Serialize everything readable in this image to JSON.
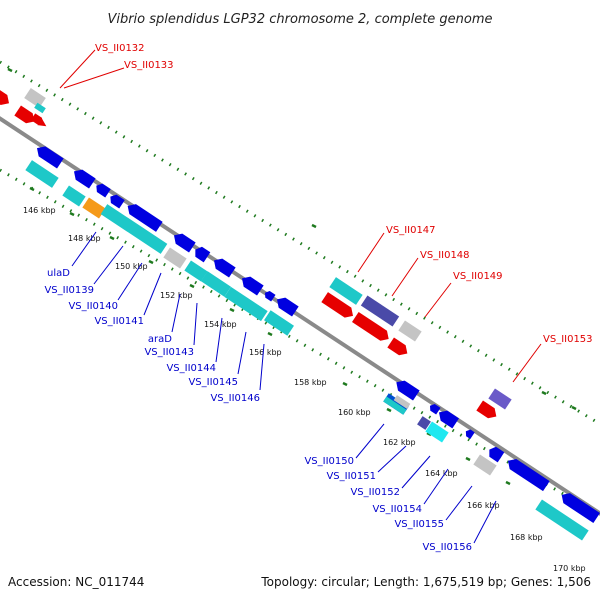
{
  "title": "Vibrio splendidus LGP32 chromosome 2, complete genome",
  "footer": {
    "accession": "Accession: NC_011744",
    "summary": "Topology: circular; Length: 1,675,519 bp; Genes: 1,506"
  },
  "colors": {
    "backbone": "#8a8a8a",
    "tick": "#1f7a1f",
    "forward_label": "#e00000",
    "reverse_label": "#0000cc",
    "red_gene": "#e60000",
    "blue_gene": "#0000e0",
    "cyan_gene": "#1ec8c8",
    "grey_gene": "#c4c4c4",
    "purple_gene": "#4a4aa8",
    "orange_gene": "#f59a1a"
  },
  "scale_ticks": [
    "146 kbp",
    "148 kbp",
    "150 kbp",
    "152 kbp",
    "154 kbp",
    "156 kbp",
    "158 kbp",
    "160 kbp",
    "162 kbp",
    "164 kbp",
    "166 kbp",
    "168 kbp",
    "170 kbp"
  ],
  "forward_labels": [
    "VS_II0132",
    "VS_II0133",
    "VS_II0147",
    "VS_II0148",
    "VS_II0149",
    "VS_II0153"
  ],
  "reverse_labels": [
    "ulaD",
    "VS_II0139",
    "VS_II0140",
    "VS_II0141",
    "araD",
    "VS_II0143",
    "VS_II0144",
    "VS_II0145",
    "VS_II0146",
    "VS_II0150",
    "VS_II0151",
    "VS_II0152",
    "VS_II0154",
    "VS_II0155",
    "VS_II0156"
  ]
}
